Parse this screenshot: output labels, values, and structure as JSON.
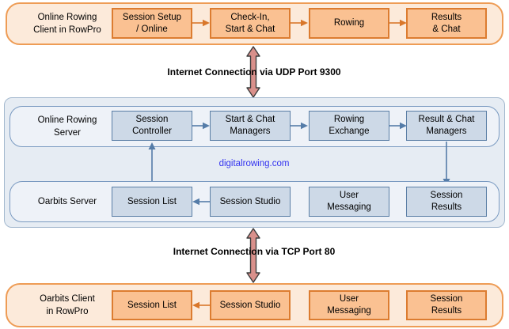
{
  "colors": {
    "orange_group_fill": "#FCEADA",
    "orange_group_border": "#EE9C55",
    "orange_box_fill": "#FAC192",
    "orange_box_border": "#DC7C30",
    "orange_arrow": "#D9772A",
    "blue_outer_fill": "#E6ECF3",
    "blue_outer_border": "#A3B8CE",
    "blue_inner_fill": "#EEF2F8",
    "blue_inner_border": "#7A9AC1",
    "blue_box_fill": "#CDD9E7",
    "blue_box_border": "#5A7EA5",
    "blue_arrow": "#557CA8",
    "double_arrow_fill": "#D9908B",
    "double_arrow_stroke": "#3D3D3D",
    "watermark_color": "#3232F0",
    "text_color": "#000000"
  },
  "groups": [
    {
      "label": "Online Rowing\nClient in RowPro",
      "boxes": [
        {
          "label": "Session Setup\n/ Online"
        },
        {
          "label": "Check-In,\nStart & Chat"
        },
        {
          "label": "Rowing"
        },
        {
          "label": "Results\n& Chat"
        }
      ]
    },
    {
      "label": "Online Rowing\nServer",
      "boxes": [
        {
          "label": "Session\nController"
        },
        {
          "label": "Start & Chat\nManagers"
        },
        {
          "label": "Rowing\nExchange"
        },
        {
          "label": "Result & Chat\nManagers"
        }
      ]
    },
    {
      "label": "Oarbits Server",
      "boxes": [
        {
          "label": "Session List"
        },
        {
          "label": "Session Studio"
        },
        {
          "label": "User\nMessaging"
        },
        {
          "label": "Session\nResults"
        }
      ]
    },
    {
      "label": "Oarbits Client\nin RowPro",
      "boxes": [
        {
          "label": "Session List"
        },
        {
          "label": "Session Studio"
        },
        {
          "label": "User\nMessaging"
        },
        {
          "label": "Session\nResults"
        }
      ]
    }
  ],
  "connections": {
    "udp_label": "Internet Connection via UDP Port 9300",
    "tcp_label": "Internet Connection via TCP Port 80"
  },
  "watermark": "digitalrowing.com"
}
